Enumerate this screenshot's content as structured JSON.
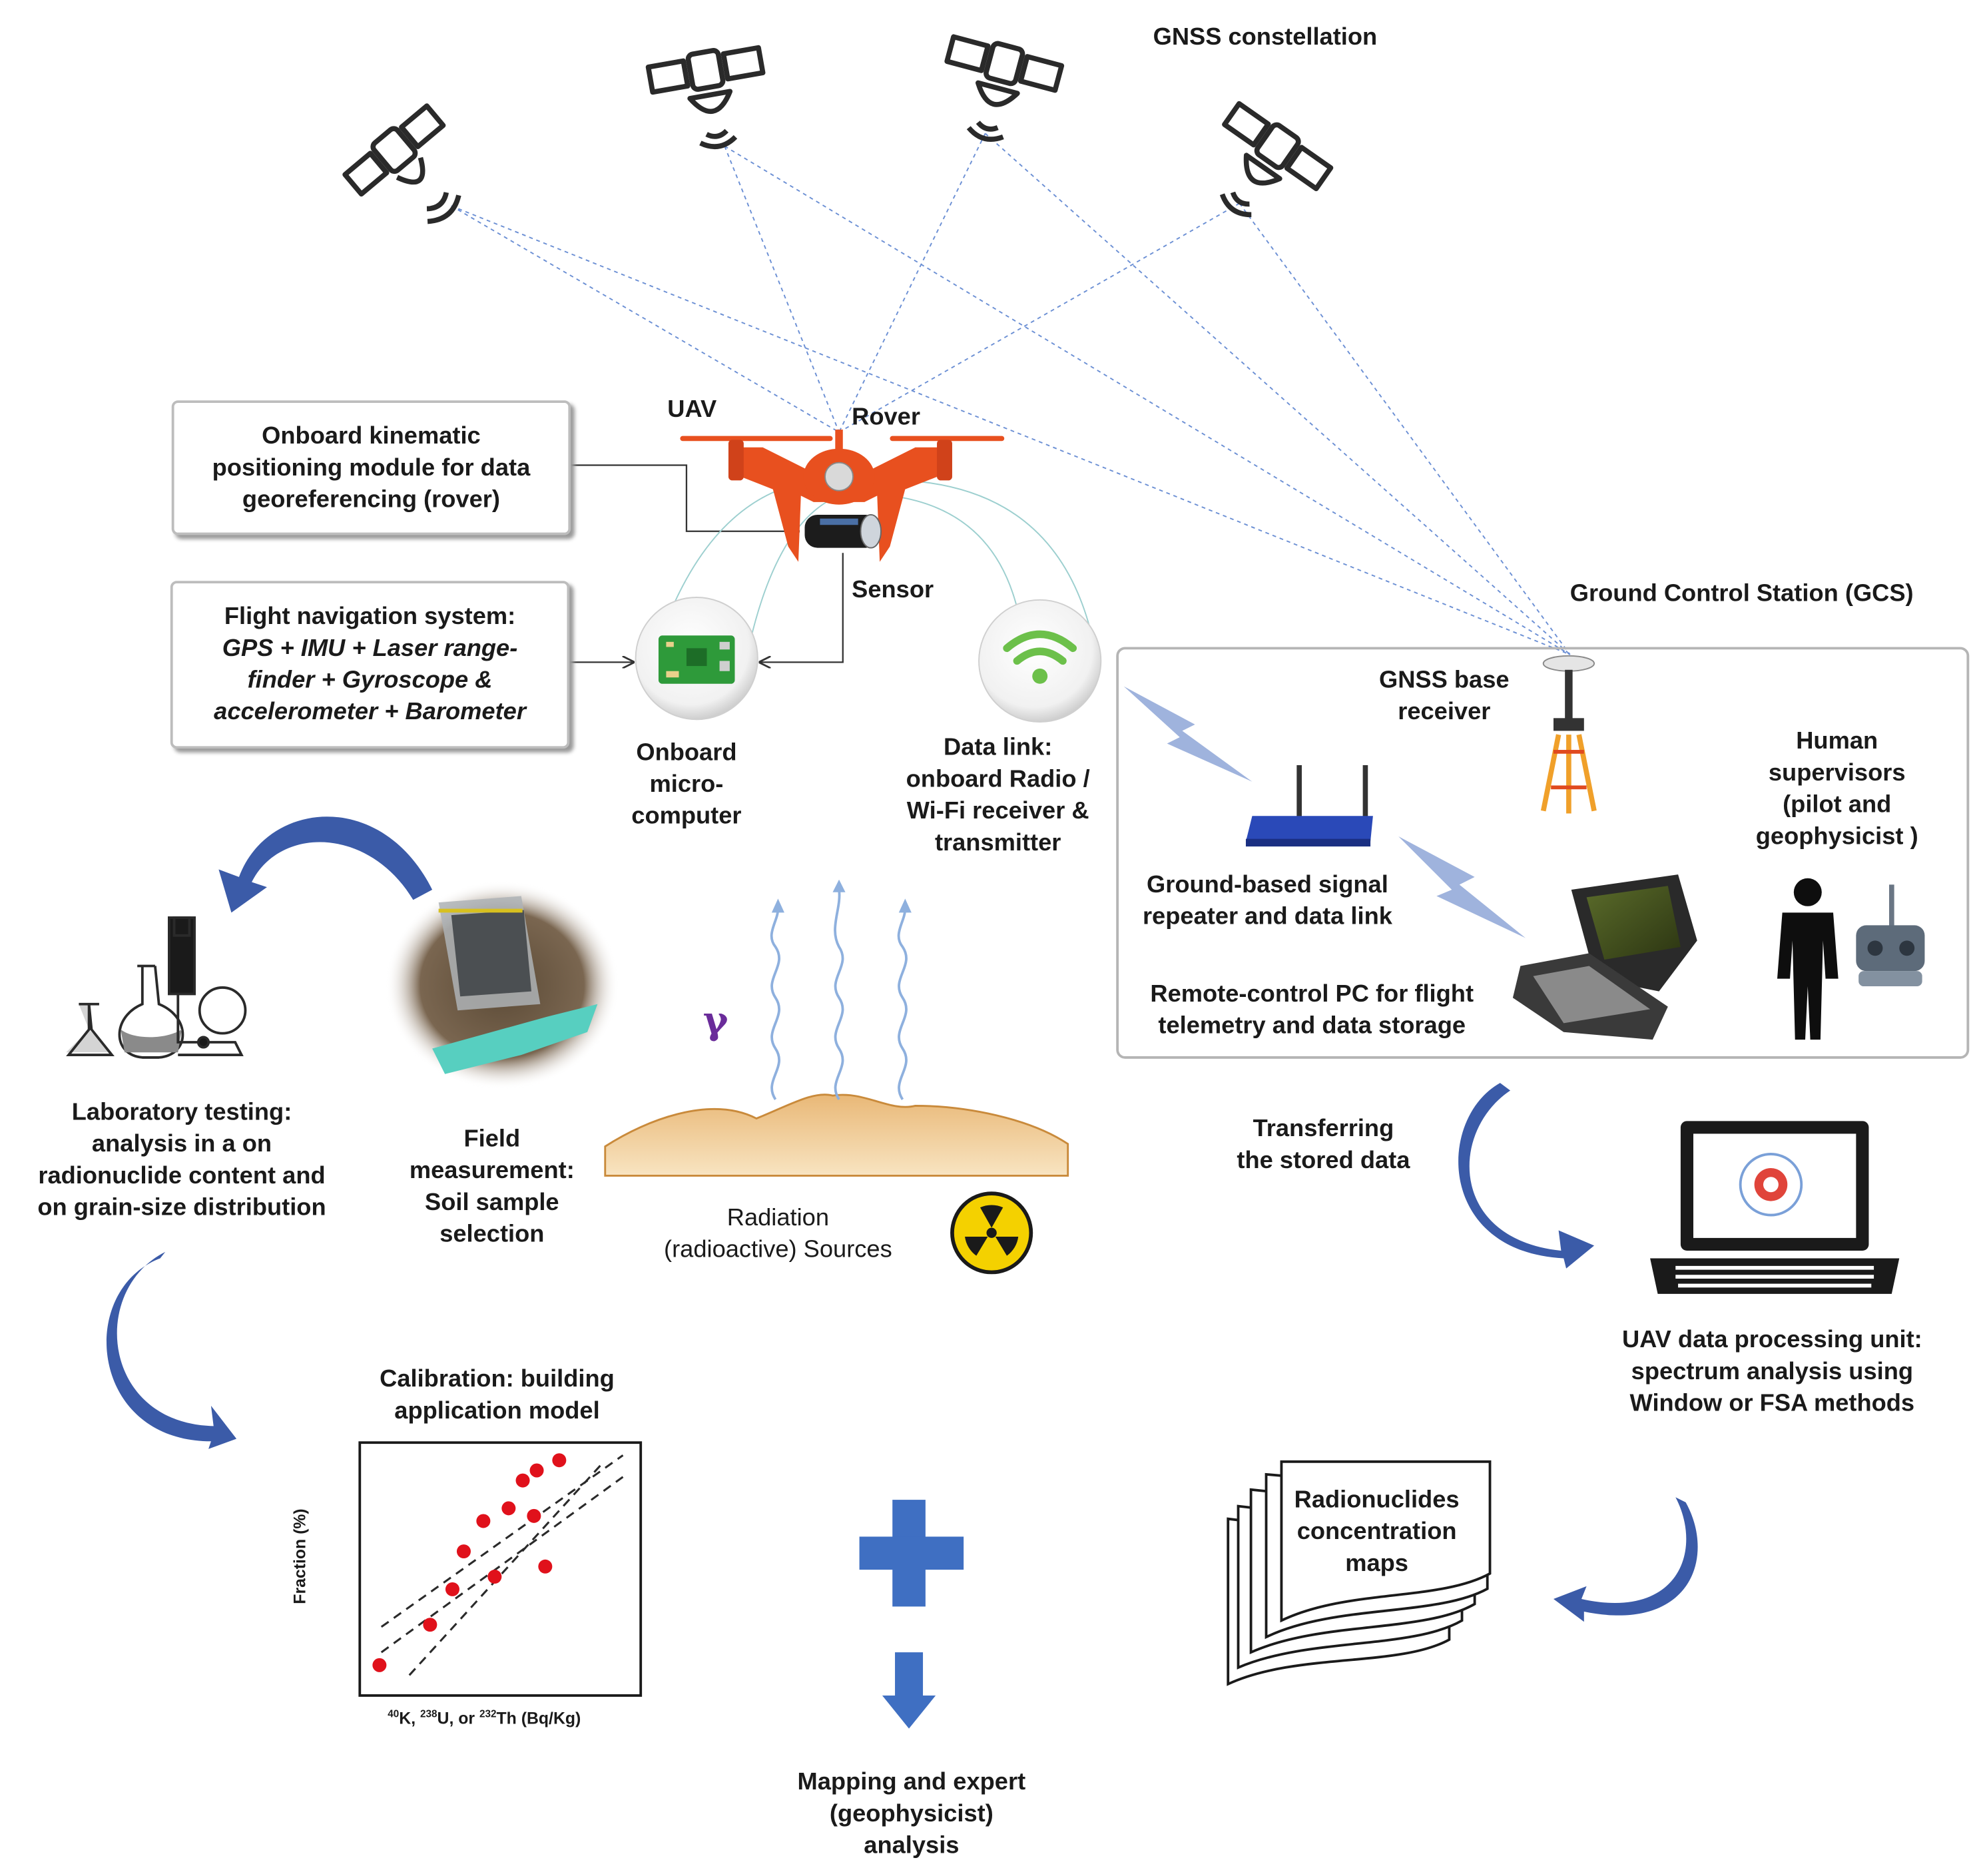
{
  "colors": {
    "blue_arrow": "#3b5ba8",
    "drone": "#e8501f",
    "chip": "#2e9a3a",
    "signal": "#9fb3dd",
    "dots": "#e0111b",
    "sand": "#f3d5a5",
    "radio": "#f4d100"
  },
  "labels": {
    "gnss_constellation": "GNSS constellation",
    "uav": "UAV",
    "rover": "Rover",
    "sensor": "Sensor",
    "onboard_kinematic": [
      "Onboard kinematic",
      "positioning module for data",
      "georeferencing (rover)"
    ],
    "flight_nav_1": "Flight navigation system:",
    "flight_nav_2": "GPS + IMU + Laser range-",
    "flight_nav_3": "finder + Gyroscope &",
    "flight_nav_4": "accelerometer + Barometer",
    "onboard_micro": [
      "Onboard",
      "micro-",
      "computer"
    ],
    "data_link": [
      "Data link:",
      "onboard Radio /",
      "Wi-Fi receiver &",
      "transmitter"
    ],
    "gcs_title": "Ground Control Station (GCS)",
    "gnss_base": [
      "GNSS base",
      "receiver"
    ],
    "human": [
      "Human",
      "supervisors",
      "(pilot and",
      "geophysicist )"
    ],
    "repeater": [
      "Ground-based signal",
      "repeater and data link"
    ],
    "remote_pc": [
      "Remote-control PC for flight",
      "telemetry and data storage"
    ],
    "transferring": [
      "Transferring",
      "the stored data"
    ],
    "processing": [
      "UAV data processing unit:",
      "spectrum analysis using",
      "Window or FSA methods"
    ],
    "maps": [
      "Radionuclides",
      "concentration",
      "maps"
    ],
    "mapping": [
      "Mapping and expert",
      "(geophysicist)",
      "analysis"
    ],
    "calibration": [
      "Calibration: building",
      "application model"
    ],
    "lab": [
      "Laboratory testing:",
      "analysis in a on",
      "radionuclide content and",
      "on grain-size distribution"
    ],
    "field": [
      "Field",
      "measurement:",
      "Soil sample",
      "selection"
    ],
    "radiation": [
      "Radiation",
      "(radioactive) Sources"
    ],
    "gamma": "γ"
  },
  "chart_data": {
    "type": "scatter",
    "ylabel": "Fraction (%)",
    "xlabel_parts": {
      "k_mass": "40",
      "k": "K, ",
      "u_mass": "238",
      "u": "U, or ",
      "th_mass": "232",
      "th": "Th (Bq/Kg)"
    },
    "points_rel": [
      [
        0.07,
        0.12
      ],
      [
        0.25,
        0.28
      ],
      [
        0.33,
        0.42
      ],
      [
        0.37,
        0.57
      ],
      [
        0.44,
        0.69
      ],
      [
        0.48,
        0.47
      ],
      [
        0.53,
        0.74
      ],
      [
        0.58,
        0.85
      ],
      [
        0.62,
        0.71
      ],
      [
        0.63,
        0.89
      ],
      [
        0.66,
        0.51
      ],
      [
        0.71,
        0.93
      ]
    ]
  }
}
